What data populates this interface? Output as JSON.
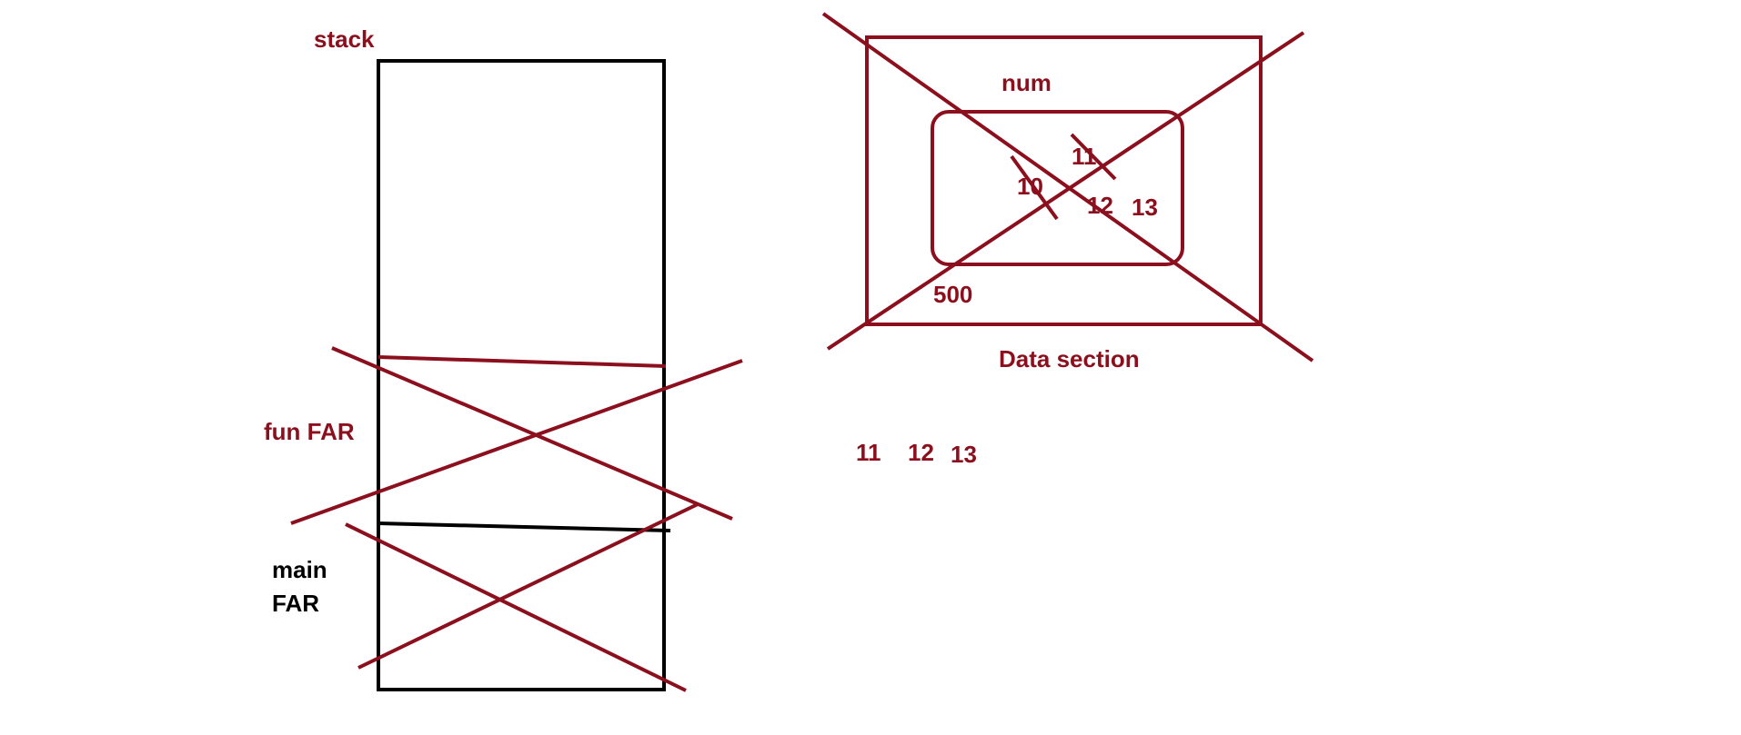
{
  "colors": {
    "ink_red": "#8b0f1d",
    "ink_black": "#000000",
    "background": "#ffffff"
  },
  "stack": {
    "title": "stack",
    "fun_frame_label": "fun FAR",
    "main_frame_label_line1": "main",
    "main_frame_label_line2": "FAR"
  },
  "data_section": {
    "caption": "Data section",
    "variable_name": "num",
    "values": [
      "10",
      "11",
      "12",
      "13"
    ],
    "address": "500"
  },
  "output": {
    "values": [
      "11",
      "12",
      "13"
    ]
  }
}
